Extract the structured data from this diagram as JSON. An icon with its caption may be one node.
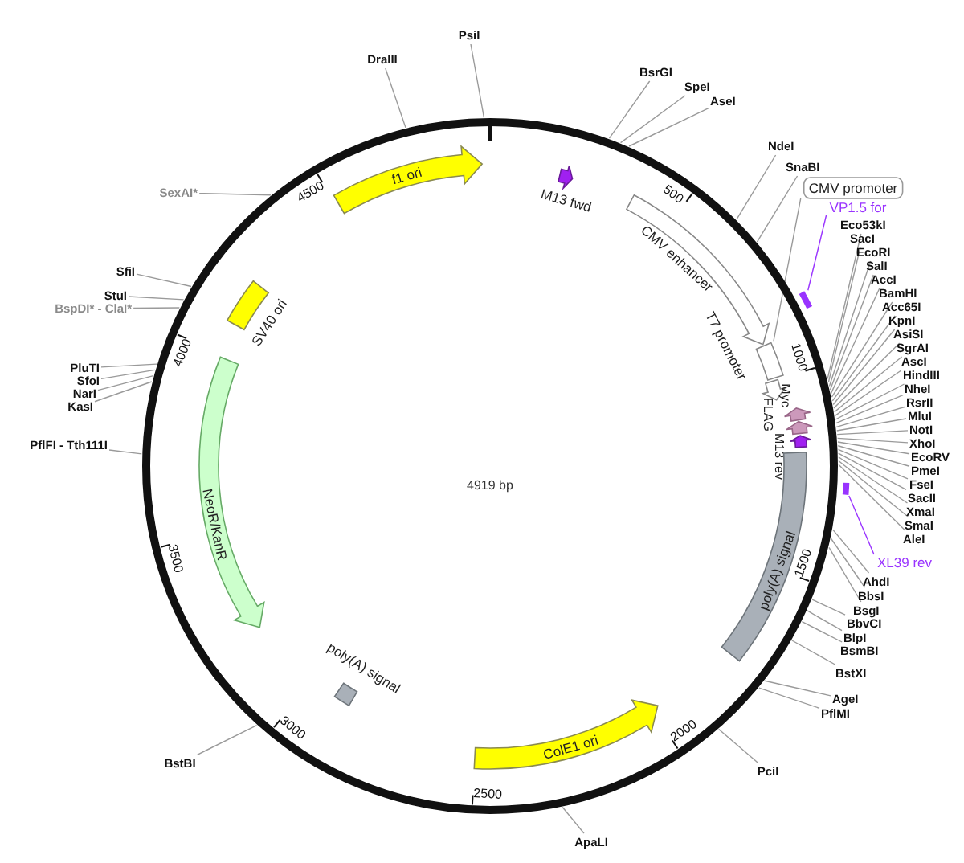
{
  "diagram": {
    "nodes": [
      {
        "text": [
          "f1 ori"
        ]
      },
      {
        "text": [
          "M13 fwd"
        ]
      },
      {
        "text": [
          "CMV enhancer"
        ]
      },
      {
        "text": [
          "CMV promoter"
        ]
      },
      {
        "text": [],
        "shape": "bar"
      },
      {
        "text": [
          "T7 promoter"
        ]
      },
      {
        "text": [
          "VP1.5 for"
        ]
      },
      {
        "text": [],
        "shape": "bar"
      },
      {
        "text": [
          "Myc"
        ]
      },
      {
        "text": [
          "FLAG"
        ]
      },
      {
        "text": [
          "M13 rev"
        ]
      },
      {
        "text": [
          "poly(A) signal"
        ]
      },
      {
        "text": [
          "XL39 rev"
        ]
      },
      {
        "text": [],
        "shape": "bar"
      },
      {
        "text": [
          "ColE1 ori"
        ]
      },
      {
        "text": [
          "poly(A) signal"
        ]
      },
      {
        "text": [
          "NeoR/KanR"
        ]
      },
      {
        "text": [
          "SV40 ori"
        ]
      },
      {
        "text": [
          "PsiI"
        ]
      },
      {
        "text": [
          "BsrGI"
        ]
      },
      {
        "text": [
          "SpeI"
        ]
      },
      {
        "text": [
          "AseI"
        ]
      },
      {
        "text": [
          "NdeI"
        ]
      },
      {
        "text": [
          "SnaBI"
        ]
      },
      {
        "text": [
          "Eco53kI"
        ]
      },
      {
        "text": [
          "SacI"
        ]
      },
      {
        "text": [
          "EcoRI"
        ]
      },
      {
        "text": [
          "SalI"
        ]
      },
      {
        "text": [
          "AccI"
        ]
      },
      {
        "text": [
          "BamHI"
        ]
      },
      {
        "text": [
          "Acc65I"
        ]
      },
      {
        "text": [
          "KpnI"
        ]
      },
      {
        "text": [
          "AsiSI"
        ]
      },
      {
        "text": [
          "SgrAI"
        ]
      },
      {
        "text": [
          "AscI"
        ]
      },
      {
        "text": [
          "HindIII"
        ]
      },
      {
        "text": [
          "NheI"
        ]
      },
      {
        "text": [
          "RsrII"
        ]
      },
      {
        "text": [
          "MluI"
        ]
      },
      {
        "text": [
          "NotI"
        ]
      },
      {
        "text": [
          "XhoI"
        ]
      },
      {
        "text": [
          "EcoRV"
        ]
      },
      {
        "text": [
          "PmeI"
        ]
      },
      {
        "text": [
          "FseI"
        ]
      },
      {
        "text": [
          "SacII"
        ]
      },
      {
        "text": [
          "XmaI"
        ]
      },
      {
        "text": [
          "SmaI"
        ]
      },
      {
        "text": [
          "AleI"
        ]
      },
      {
        "text": [
          "AhdI"
        ]
      },
      {
        "text": [
          "BbsI"
        ]
      },
      {
        "text": [
          "BsgI"
        ]
      },
      {
        "text": [
          "BbvCI"
        ]
      },
      {
        "text": [
          "BlpI"
        ]
      },
      {
        "text": [
          "BsmBI"
        ]
      },
      {
        "text": [
          "BstXI"
        ]
      },
      {
        "text": [
          "AgeI"
        ]
      },
      {
        "text": [
          "PflMI"
        ]
      },
      {
        "text": [
          "PciI"
        ]
      },
      {
        "text": [
          "ApaLI"
        ]
      },
      {
        "text": [
          "BstBI"
        ]
      },
      {
        "text": [
          "PflFI - Tth111I"
        ]
      },
      {
        "text": [
          "KasI"
        ]
      },
      {
        "text": [
          "NarI"
        ]
      },
      {
        "text": [
          "SfoI"
        ]
      },
      {
        "text": [
          "PluTI"
        ]
      },
      {
        "text": [
          "BspDI* - ClaI*"
        ]
      },
      {
        "text": [
          "StuI"
        ]
      },
      {
        "text": [
          "SfiI"
        ]
      },
      {
        "text": [
          "SexAI*"
        ]
      },
      {
        "text": [
          "DraIII"
        ]
      }
    ],
    "edges": [
      {
        "from": 3,
        "to": 4,
        "arrow": "none"
      },
      {
        "from": 6,
        "to": 7,
        "arrow": "none",
        "color": "#9933ff"
      },
      {
        "from": 12,
        "to": 13,
        "arrow": "none",
        "color": "#9933ff"
      },
      {
        "from": 18,
        "to": null,
        "arrow": "none"
      },
      {
        "from": 19,
        "to": null,
        "arrow": "none"
      },
      {
        "from": 20,
        "to": null,
        "arrow": "none"
      },
      {
        "from": 21,
        "to": null,
        "arrow": "none"
      },
      {
        "from": 22,
        "to": null,
        "arrow": "none"
      },
      {
        "from": 23,
        "to": null,
        "arrow": "none"
      },
      {
        "from": 24,
        "to": null,
        "arrow": "none"
      },
      {
        "from": 25,
        "to": null,
        "arrow": "none"
      },
      {
        "from": 26,
        "to": null,
        "arrow": "none"
      },
      {
        "from": 27,
        "to": null,
        "arrow": "none"
      },
      {
        "from": 28,
        "to": null,
        "arrow": "none"
      },
      {
        "from": 29,
        "to": null,
        "arrow": "none"
      },
      {
        "from": 30,
        "to": null,
        "arrow": "none"
      },
      {
        "from": 31,
        "to": null,
        "arrow": "none"
      },
      {
        "from": 32,
        "to": null,
        "arrow": "none"
      },
      {
        "from": 33,
        "to": null,
        "arrow": "none"
      },
      {
        "from": 34,
        "to": null,
        "arrow": "none"
      },
      {
        "from": 35,
        "to": null,
        "arrow": "none"
      },
      {
        "from": 36,
        "to": null,
        "arrow": "none"
      },
      {
        "from": 37,
        "to": null,
        "arrow": "none"
      },
      {
        "from": 38,
        "to": null,
        "arrow": "none"
      },
      {
        "from": 39,
        "to": null,
        "arrow": "none"
      },
      {
        "from": 40,
        "to": null,
        "arrow": "none"
      },
      {
        "from": 41,
        "to": null,
        "arrow": "none"
      },
      {
        "from": 42,
        "to": null,
        "arrow": "none"
      },
      {
        "from": 43,
        "to": null,
        "arrow": "none"
      },
      {
        "from": 44,
        "to": null,
        "arrow": "none"
      },
      {
        "from": 45,
        "to": null,
        "arrow": "none"
      },
      {
        "from": 46,
        "to": null,
        "arrow": "none"
      },
      {
        "from": 47,
        "to": null,
        "arrow": "none"
      },
      {
        "from": 48,
        "to": null,
        "arrow": "none"
      },
      {
        "from": 49,
        "to": null,
        "arrow": "none"
      },
      {
        "from": 50,
        "to": null,
        "arrow": "none"
      },
      {
        "from": 51,
        "to": null,
        "arrow": "none"
      },
      {
        "from": 52,
        "to": null,
        "arrow": "none"
      },
      {
        "from": 53,
        "to": null,
        "arrow": "none"
      },
      {
        "from": 54,
        "to": null,
        "arrow": "none"
      },
      {
        "from": 55,
        "to": null,
        "arrow": "none"
      },
      {
        "from": 56,
        "to": null,
        "arrow": "none"
      },
      {
        "from": 57,
        "to": null,
        "arrow": "none"
      },
      {
        "from": 58,
        "to": null,
        "arrow": "none"
      },
      {
        "from": 59,
        "to": null,
        "arrow": "none"
      },
      {
        "from": 60,
        "to": null,
        "arrow": "none"
      },
      {
        "from": 61,
        "to": null,
        "arrow": "none"
      },
      {
        "from": 62,
        "to": null,
        "arrow": "none"
      },
      {
        "from": 63,
        "to": null,
        "arrow": "none"
      },
      {
        "from": 64,
        "to": null,
        "arrow": "none"
      },
      {
        "from": 65,
        "to": null,
        "arrow": "none"
      },
      {
        "from": 66,
        "to": null,
        "arrow": "none"
      },
      {
        "from": 67,
        "to": null,
        "arrow": "none"
      },
      {
        "from": 68,
        "to": null,
        "arrow": "none"
      },
      {
        "from": 69,
        "to": null,
        "arrow": "none"
      }
    ],
    "labels": [
      "500",
      "1000",
      "1500",
      "2000",
      "2500",
      "3000",
      "3500",
      "4000",
      "4500",
      "4919 bp"
    ]
  }
}
